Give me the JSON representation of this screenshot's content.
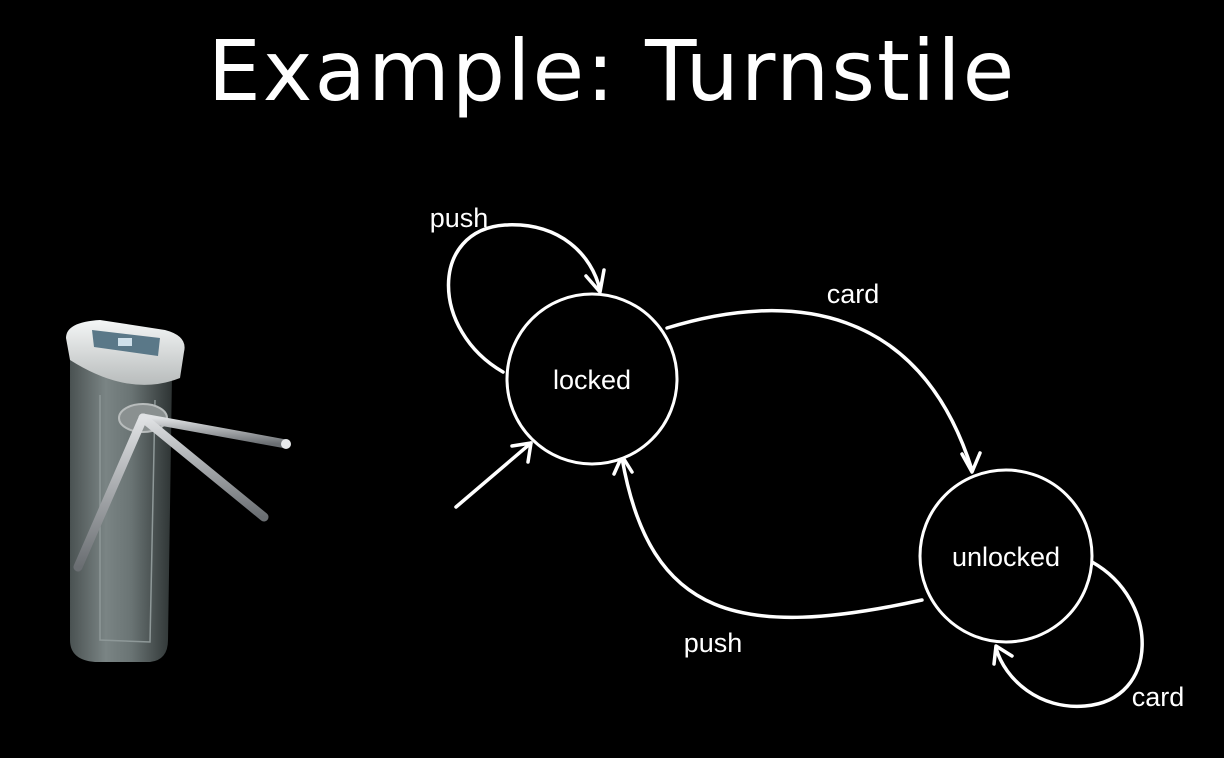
{
  "slide": {
    "title": "Example: Turnstile"
  },
  "diagram": {
    "states": [
      {
        "id": "locked",
        "label": "locked",
        "initial": true
      },
      {
        "id": "unlocked",
        "label": "unlocked",
        "initial": false
      }
    ],
    "transitions": [
      {
        "from": "locked",
        "to": "locked",
        "label": "push"
      },
      {
        "from": "locked",
        "to": "unlocked",
        "label": "card"
      },
      {
        "from": "unlocked",
        "to": "locked",
        "label": "push"
      },
      {
        "from": "unlocked",
        "to": "unlocked",
        "label": "card"
      }
    ]
  },
  "illustration": {
    "subject": "tripod turnstile",
    "colors": {
      "body": "#6e7878",
      "body_dark": "#3c4444",
      "top_cap": "#e6e8e8",
      "display": "#5a7888",
      "arms": "#b4b8bc"
    }
  },
  "colors": {
    "background": "#000000",
    "foreground": "#ffffff"
  }
}
